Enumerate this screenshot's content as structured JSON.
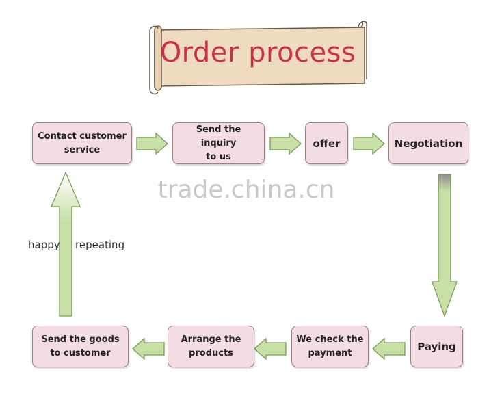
{
  "title": "Order process",
  "watermark": "trade.china.cn",
  "steps": [
    {
      "line1": "Contact customer",
      "line2": "service"
    },
    {
      "line1": "Send the inquiry",
      "line2": "to us"
    },
    {
      "line1": "offer",
      "line2": ""
    },
    {
      "line1": "Negotiation",
      "line2": ""
    },
    {
      "line1": "Paying",
      "line2": ""
    },
    {
      "line1": "We check the",
      "line2": "payment"
    },
    {
      "line1": "Arrange the",
      "line2": "products"
    },
    {
      "line1": "Send the goods",
      "line2": "to customer"
    }
  ],
  "loop_note": {
    "left": "happy",
    "right": "repeating"
  },
  "colors": {
    "box_fill": "#f4dde2",
    "box_border": "#9a8084",
    "arrow_fill": "#c8dfa6",
    "arrow_stroke": "#7a9a59",
    "title_text": "#c9304a",
    "banner_fill": "#efdcc0"
  }
}
